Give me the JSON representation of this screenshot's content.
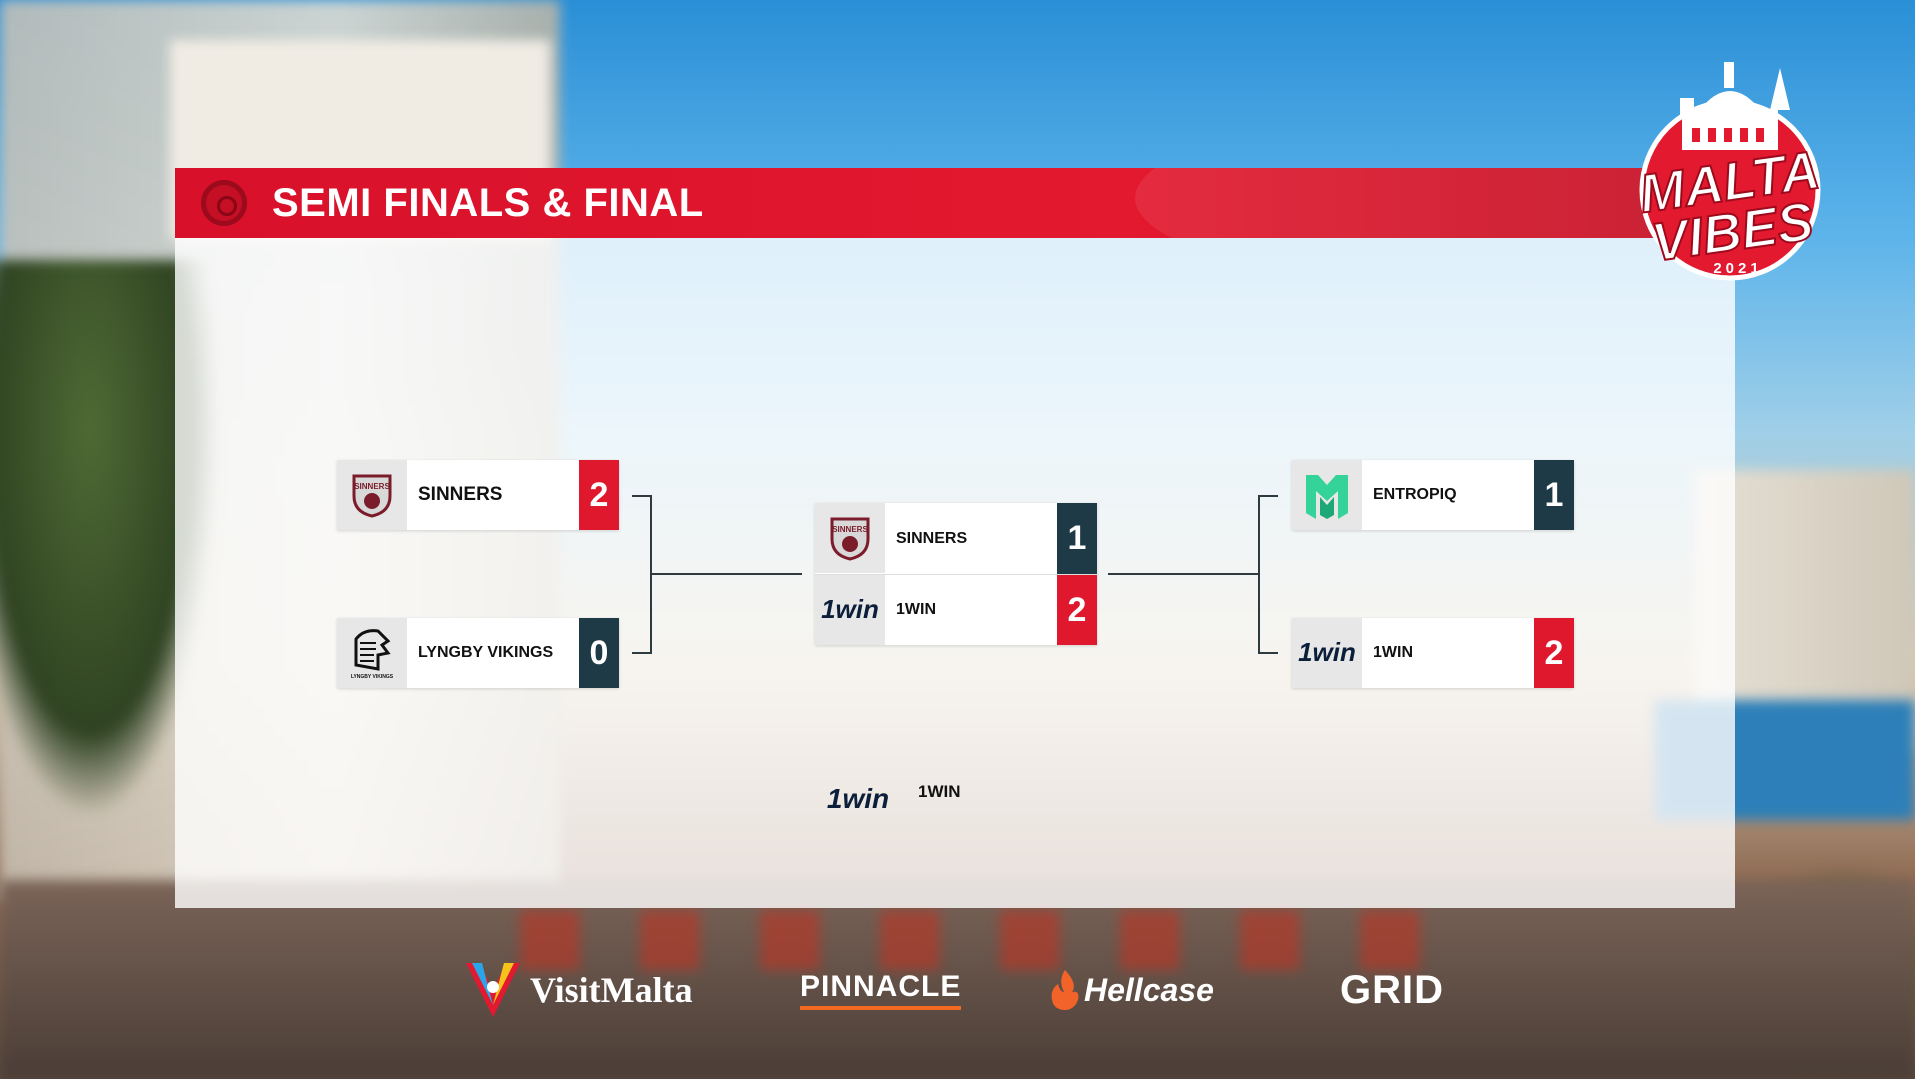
{
  "header": {
    "title": "SEMI FINALS & FINAL"
  },
  "event_logo": {
    "line1": "MALTA",
    "line2": "VIBES",
    "year": "2021"
  },
  "semifinal_left": [
    {
      "team": "SINNERS",
      "score": "2",
      "result": "win"
    },
    {
      "team": "LYNGBY VIKINGS",
      "score": "0",
      "result": "lose"
    }
  ],
  "final": [
    {
      "team": "SINNERS",
      "score": "1",
      "result": "lose"
    },
    {
      "team": "1WIN",
      "score": "2",
      "result": "win"
    }
  ],
  "semifinal_right": [
    {
      "team": "ENTROPIQ",
      "score": "1",
      "result": "lose"
    },
    {
      "team": "1WIN",
      "score": "2",
      "result": "win"
    }
  ],
  "winner": {
    "team": "1WIN",
    "logo_text": "1win"
  },
  "team_logos": {
    "sinners": "SINNERS",
    "lyngby": "LYNGBY VIKINGS",
    "onewin": "1win"
  },
  "sponsors": {
    "visitmalta": "VisitMalta",
    "pinnacle": "PINNACLE",
    "hellcase": "Hellcase",
    "grid": "GRID"
  },
  "colors": {
    "accent_red": "#e0182d",
    "dark_score": "#1e3a46",
    "entropiq_green": "#33d39a",
    "onewin_blue": "#1a8fe0"
  }
}
